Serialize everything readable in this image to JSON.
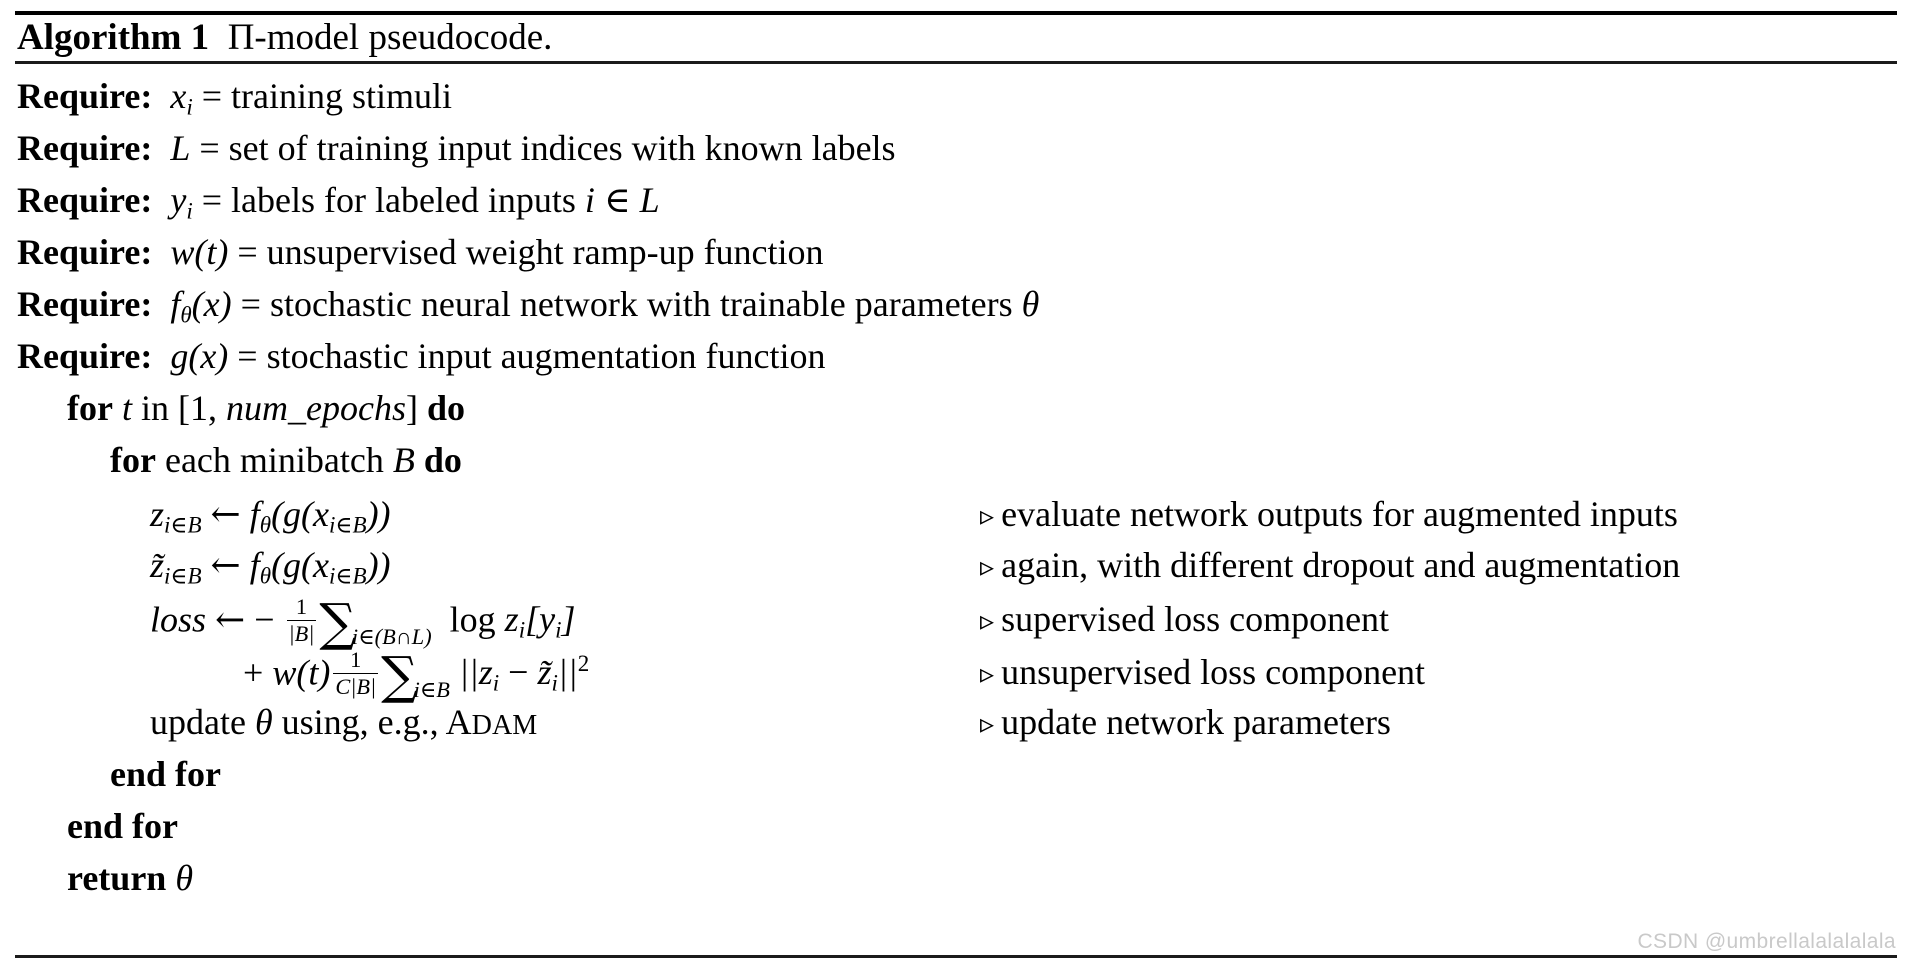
{
  "document": {
    "type": "algorithm-float",
    "title": {
      "keyword": "Algorithm 1",
      "caption": "Π-model pseudocode."
    },
    "requires": [
      {
        "keyword": "Require:",
        "symbol": "x",
        "subscript": "i",
        "text": "= training stimuli"
      },
      {
        "keyword": "Require:",
        "symbol": "L",
        "subscript": "",
        "text": "= set of training input indices with known labels"
      },
      {
        "keyword": "Require:",
        "symbol": "y",
        "subscript": "i",
        "text": "= labels for labeled inputs i ∈ L"
      },
      {
        "keyword": "Require:",
        "symbol": "w(t)",
        "subscript": "",
        "text": "= unsupervised weight ramp-up function"
      },
      {
        "keyword": "Require:",
        "symbol": "fθ(x)",
        "subscript": "",
        "text": "= stochastic neural network with trainable parameters θ"
      },
      {
        "keyword": "Require:",
        "symbol": "g(x)",
        "subscript": "",
        "text": "= stochastic input augmentation function"
      }
    ],
    "body": {
      "for_outer": {
        "kw_for": "for",
        "var": "t",
        "in": "in",
        "range": "[1, num_epochs]",
        "kw_do": "do"
      },
      "for_inner": {
        "kw_for": "for",
        "text": "each minibatch",
        "var": "B",
        "kw_do": "do"
      },
      "assign_z": {
        "lhs": "z",
        "lhs_sub": "i∈B",
        "arrow": "←",
        "rhs": "fθ(g(x i∈B))"
      },
      "assign_ztilde": {
        "lhs": "z̃",
        "lhs_sub": "i∈B",
        "arrow": "←",
        "rhs": "fθ(g(x i∈B))"
      },
      "loss_line1": {
        "lhs": "loss",
        "arrow": "←",
        "minus": "−",
        "frac_num": "1",
        "frac_den": "|B|",
        "sum": "∑",
        "sum_sub": "i∈(B∩L)",
        "term": "log z i [ y i ]"
      },
      "loss_line2": {
        "plus": "+",
        "weight": "w(t)",
        "frac_num": "1",
        "frac_den": "C|B|",
        "sum": "∑",
        "sum_sub": "i∈B",
        "term": "||z i − z̃ i ||²"
      },
      "update": {
        "text_before": "update",
        "var": "θ",
        "text_after": "using, e.g.,",
        "optimizer": "ADAM"
      },
      "end_for_inner": "end for",
      "end_for_outer": "end for",
      "return": {
        "kw": "return",
        "var": "θ"
      }
    },
    "comments": [
      "evaluate network outputs for augmented inputs",
      "again, with different dropout and augmentation",
      "supervised loss component",
      "unsupervised loss component",
      "update network parameters"
    ],
    "comment_marker": "▹",
    "watermark": "CSDN @umbrellalalalalala"
  }
}
